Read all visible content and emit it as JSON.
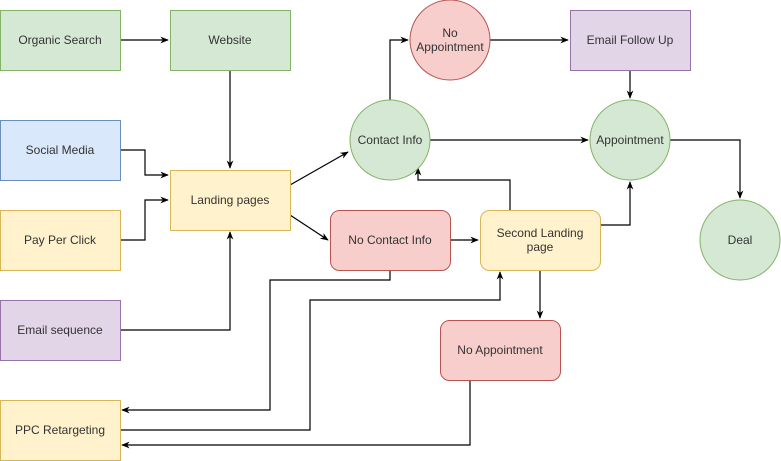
{
  "diagram": {
    "title": "Lead funnel flowchart",
    "colors": {
      "green_fill": "#d5e8d4",
      "green_stroke": "#82b366",
      "blue_fill": "#dae8fc",
      "blue_stroke": "#6c8ebf",
      "yellow_fill": "#fff2cc",
      "yellow_stroke": "#d6b656",
      "purple_fill": "#e1d5e7",
      "purple_stroke": "#9673a6",
      "red_fill": "#f8cecc",
      "red_stroke": "#b85450"
    },
    "nodes": [
      {
        "id": "organic-search",
        "label": [
          "Organic Search"
        ],
        "shape": "rect",
        "color": "green"
      },
      {
        "id": "website",
        "label": [
          "Website"
        ],
        "shape": "rect",
        "color": "green"
      },
      {
        "id": "social-media",
        "label": [
          "Social Media"
        ],
        "shape": "rect",
        "color": "blue"
      },
      {
        "id": "pay-per-click",
        "label": [
          "Pay Per Click"
        ],
        "shape": "rect",
        "color": "yellow"
      },
      {
        "id": "email-sequence",
        "label": [
          "Email sequence"
        ],
        "shape": "rect",
        "color": "purple"
      },
      {
        "id": "ppc-retargeting",
        "label": [
          "PPC Retargeting"
        ],
        "shape": "rect",
        "color": "yellow"
      },
      {
        "id": "landing-pages",
        "label": [
          "Landing pages"
        ],
        "shape": "rect",
        "color": "yellow"
      },
      {
        "id": "contact-info",
        "label": [
          "Contact Info"
        ],
        "shape": "circle",
        "color": "green"
      },
      {
        "id": "no-appointment-top",
        "label": [
          "No",
          "Appointment"
        ],
        "shape": "circle",
        "color": "red"
      },
      {
        "id": "email-follow-up",
        "label": [
          "Email Follow Up"
        ],
        "shape": "rect",
        "color": "purple"
      },
      {
        "id": "appointment",
        "label": [
          "Appointment"
        ],
        "shape": "circle",
        "color": "green"
      },
      {
        "id": "deal",
        "label": [
          "Deal"
        ],
        "shape": "circle",
        "color": "green"
      },
      {
        "id": "no-contact-info",
        "label": [
          "No Contact Info"
        ],
        "shape": "roundrect",
        "color": "red"
      },
      {
        "id": "second-landing-page",
        "label": [
          "Second Landing",
          "page"
        ],
        "shape": "roundrect",
        "color": "yellow"
      },
      {
        "id": "no-appointment-bottom",
        "label": [
          "No Appointment"
        ],
        "shape": "roundrect",
        "color": "red"
      }
    ],
    "edges": [
      {
        "from": "organic-search",
        "to": "website"
      },
      {
        "from": "website",
        "to": "landing-pages"
      },
      {
        "from": "social-media",
        "to": "landing-pages"
      },
      {
        "from": "pay-per-click",
        "to": "landing-pages"
      },
      {
        "from": "email-sequence",
        "to": "landing-pages"
      },
      {
        "from": "landing-pages",
        "to": "contact-info"
      },
      {
        "from": "landing-pages",
        "to": "no-contact-info"
      },
      {
        "from": "contact-info",
        "to": "no-appointment-top"
      },
      {
        "from": "contact-info",
        "to": "appointment"
      },
      {
        "from": "no-appointment-top",
        "to": "email-follow-up"
      },
      {
        "from": "email-follow-up",
        "to": "appointment"
      },
      {
        "from": "appointment",
        "to": "deal"
      },
      {
        "from": "no-contact-info",
        "to": "second-landing-page"
      },
      {
        "from": "no-contact-info",
        "to": "ppc-retargeting"
      },
      {
        "from": "second-landing-page",
        "to": "contact-info"
      },
      {
        "from": "second-landing-page",
        "to": "appointment"
      },
      {
        "from": "second-landing-page",
        "to": "no-appointment-bottom"
      },
      {
        "from": "ppc-retargeting",
        "to": "second-landing-page"
      },
      {
        "from": "no-appointment-bottom",
        "to": "ppc-retargeting"
      }
    ]
  }
}
